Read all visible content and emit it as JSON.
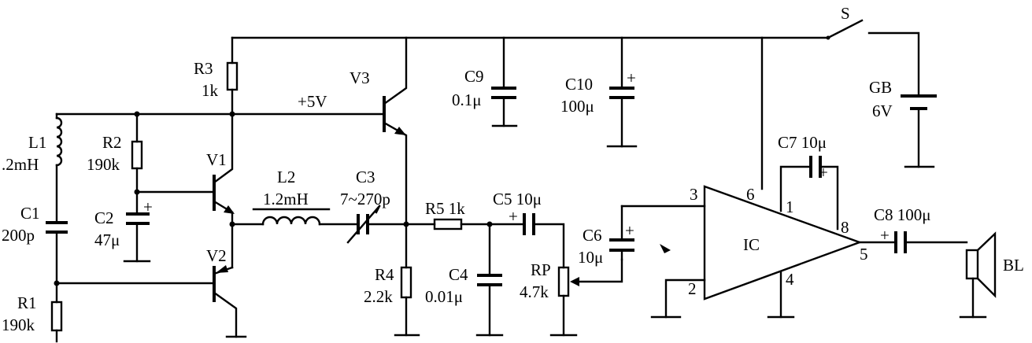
{
  "labels": {
    "s": "S",
    "gb": "GB",
    "gb_v": "6V",
    "r3": "R3",
    "r3_v": "1k",
    "v3": "V3",
    "plus5v": "+5V",
    "c9": "C9",
    "c9_v": "0.1μ",
    "c10": "C10",
    "c10_v": "100μ",
    "l1": "L1",
    "l1_v": ".2mH",
    "r2": "R2",
    "r2_v": "190k",
    "v1": "V1",
    "l2": "L2",
    "l2_v": "1.2mH",
    "c3": "C3",
    "c3_v": "7~270p",
    "c7": "C7 10μ",
    "c1": "C1",
    "c1_v": "200p",
    "c2": "C2",
    "c2_v": "47μ",
    "r5": "R5 1k",
    "c5": "C5 10μ",
    "c6": "C6",
    "c6_v": "10μ",
    "ic": "IC",
    "c8": "C8 100μ",
    "bl": "BL",
    "v2": "V2",
    "r4": "R4",
    "r4_v": "2.2k",
    "c4": "C4",
    "c4_v": "0.01μ",
    "rp": "RP",
    "rp_v": "4.7k",
    "r1": "R1",
    "r1_v": "190k",
    "pin1": "1",
    "pin2": "2",
    "pin3": "3",
    "pin4": "4",
    "pin5": "5",
    "pin6": "6",
    "pin8": "8",
    "plus_c10": "+",
    "plus_c2": "+",
    "plus_c5": "+",
    "plus_c6": "+",
    "plus_c7": "+",
    "plus_c8": "+"
  }
}
